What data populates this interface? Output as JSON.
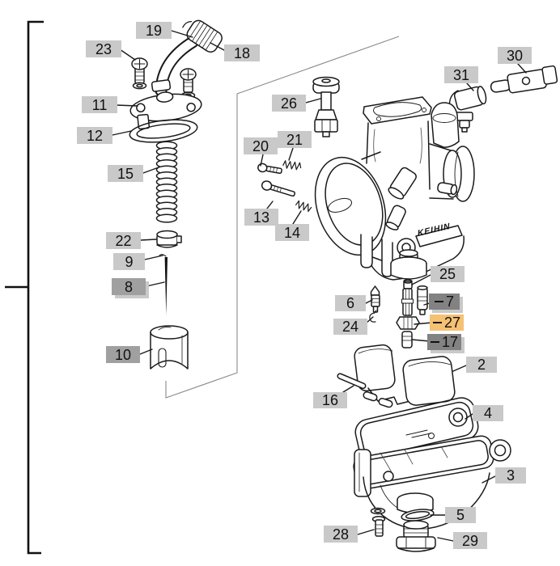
{
  "diagram": {
    "type": "exploded-parts-diagram",
    "subject": "carburetor",
    "brand_label": "KEIHIN",
    "colors": {
      "label_bg": "#c9c9c9",
      "label_bg_selected_mid": "#a0a0a0",
      "label_bg_selected_dark": "#828282",
      "label_bg_selected_orange": "#f5c172",
      "label_text": "#111111",
      "line": "#1a1a1a"
    },
    "labels": [
      {
        "num": "19",
        "style": "light"
      },
      {
        "num": "23",
        "style": "light"
      },
      {
        "num": "18",
        "style": "light"
      },
      {
        "num": "11",
        "style": "light"
      },
      {
        "num": "12",
        "style": "light"
      },
      {
        "num": "15",
        "style": "light"
      },
      {
        "num": "22",
        "style": "light"
      },
      {
        "num": "9",
        "style": "light"
      },
      {
        "num": "8",
        "style": "selected-mid"
      },
      {
        "num": "10",
        "style": "selected-mid"
      },
      {
        "num": "26",
        "style": "light"
      },
      {
        "num": "20",
        "style": "light"
      },
      {
        "num": "21",
        "style": "light"
      },
      {
        "num": "13",
        "style": "light"
      },
      {
        "num": "14",
        "style": "light"
      },
      {
        "num": "31",
        "style": "light"
      },
      {
        "num": "30",
        "style": "light"
      },
      {
        "num": "25",
        "style": "light"
      },
      {
        "num": "6",
        "style": "light"
      },
      {
        "num": "7",
        "style": "selected-dark"
      },
      {
        "num": "24",
        "style": "light"
      },
      {
        "num": "27",
        "style": "selected-orange"
      },
      {
        "num": "17",
        "style": "selected-dark"
      },
      {
        "num": "2",
        "style": "light"
      },
      {
        "num": "16",
        "style": "light"
      },
      {
        "num": "4",
        "style": "light"
      },
      {
        "num": "3",
        "style": "light"
      },
      {
        "num": "5",
        "style": "light"
      },
      {
        "num": "28",
        "style": "light"
      },
      {
        "num": "29",
        "style": "light"
      }
    ]
  }
}
